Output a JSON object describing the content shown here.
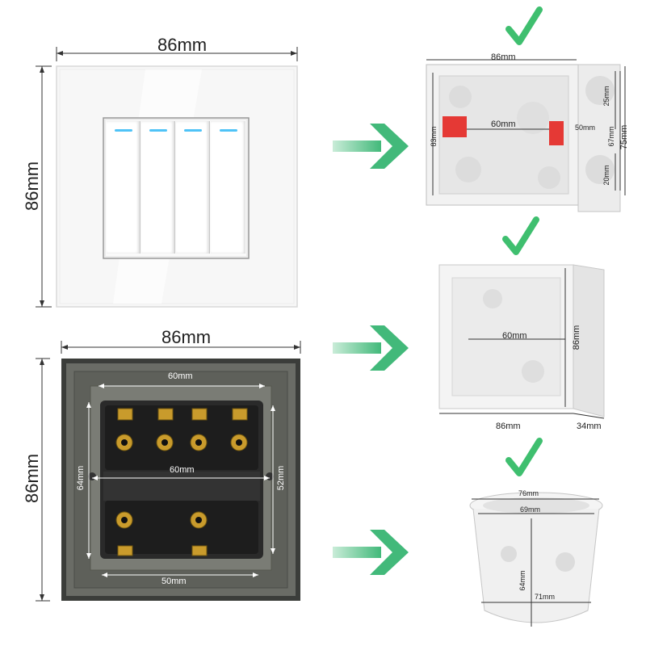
{
  "switch_front": {
    "width_label": "86mm",
    "height_label": "86mm",
    "button_count": 4
  },
  "switch_back": {
    "width_label": "86mm",
    "height_label": "86mm",
    "top_inner_label": "60mm",
    "mid_label": "60mm",
    "left_label": "64mm",
    "right_label": "52mm",
    "bottom_label": "50mm"
  },
  "box_top": {
    "width_label": "86mm",
    "inner_label": "60mm",
    "left_label": "83mm",
    "side_label": "50mm",
    "label_25": "25mm",
    "label_67": "67mm",
    "label_75": "75mm",
    "label_20": "20mm"
  },
  "box_mid": {
    "inner_label": "60mm",
    "height_label": "86mm",
    "width_label": "86mm",
    "depth_label": "34mm"
  },
  "box_round": {
    "top_label": "76mm",
    "inner_label": "69mm",
    "height_label": "64mm",
    "bottom_label": "71mm"
  },
  "colors": {
    "arrow": "#5cc48a",
    "check": "#3fbf6f",
    "glass_panel": "#f7f7f7",
    "back_plate": "#5b5d58"
  },
  "icons": [
    "check-icon",
    "arrow-right-icon"
  ]
}
